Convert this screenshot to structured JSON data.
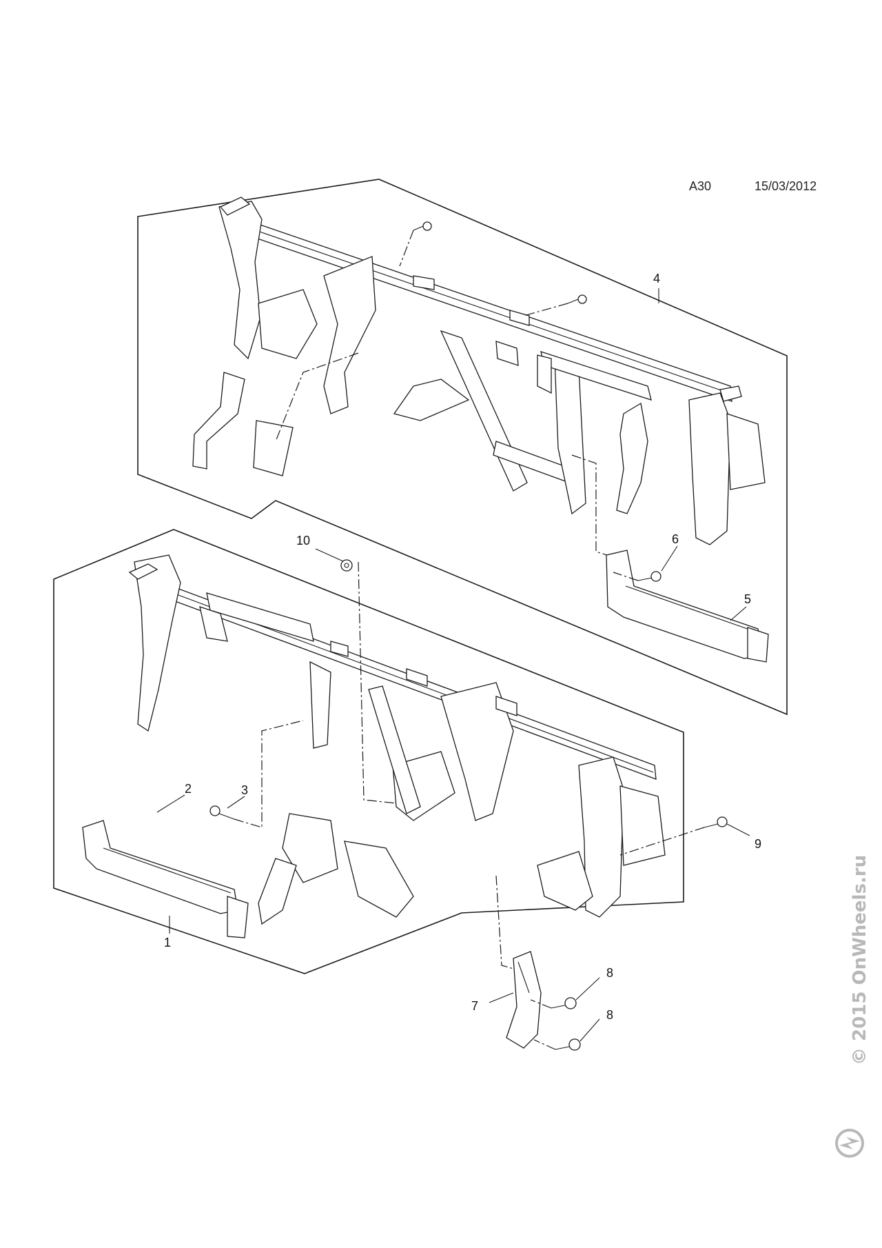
{
  "header": {
    "code": "A30",
    "date": "15/03/2012"
  },
  "callouts": [
    {
      "id": "c1",
      "label": "1"
    },
    {
      "id": "c2",
      "label": "2"
    },
    {
      "id": "c3",
      "label": "3"
    },
    {
      "id": "c4",
      "label": "4"
    },
    {
      "id": "c5",
      "label": "5"
    },
    {
      "id": "c6",
      "label": "6"
    },
    {
      "id": "c7",
      "label": "7"
    },
    {
      "id": "c8a",
      "label": "8"
    },
    {
      "id": "c8b",
      "label": "8"
    },
    {
      "id": "c9",
      "label": "9"
    },
    {
      "id": "c10",
      "label": "10"
    }
  ],
  "watermark": {
    "text": "© 2015 OnWheels.ru",
    "icon": "opel-logo-icon"
  }
}
